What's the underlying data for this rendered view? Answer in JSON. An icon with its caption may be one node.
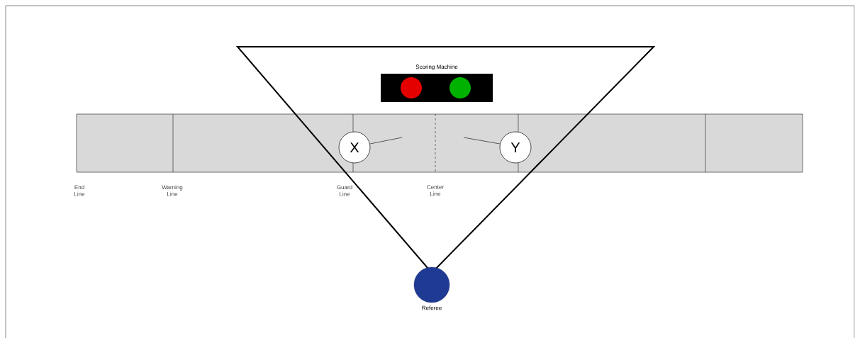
{
  "diagram": {
    "nodes": [
      {
        "text": [],
        "shape": "box"
      },
      {
        "text": [
          "X"
        ],
        "in": 0
      },
      {
        "text": [
          "Y"
        ],
        "in": 0
      },
      {
        "text": [
          "Scoring Machine"
        ]
      },
      {
        "text": [
          "Referee"
        ]
      }
    ],
    "labels": [
      "End Line",
      "Warning Line",
      "Guard Line",
      "Center Line"
    ]
  }
}
